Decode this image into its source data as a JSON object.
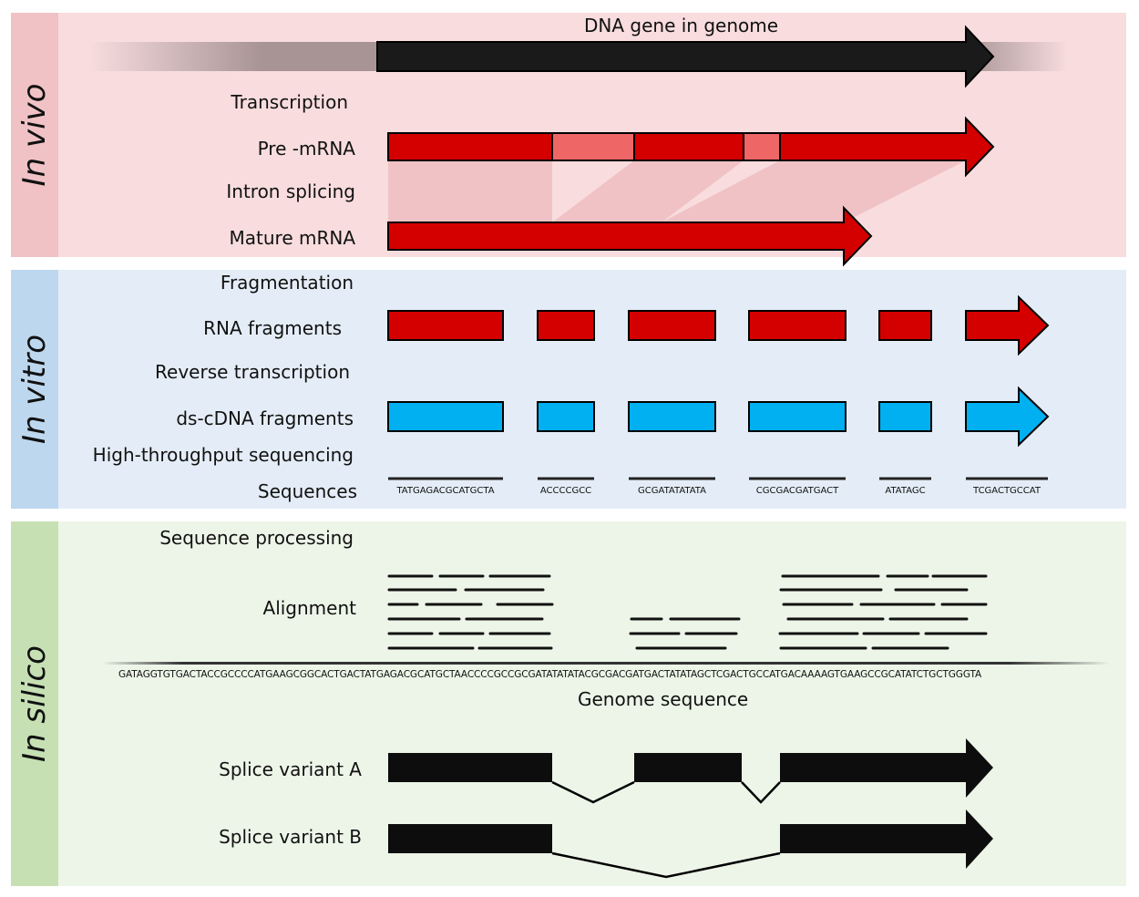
{
  "panels": {
    "in_vivo": {
      "label": "In vivo",
      "color": "#f8dcde",
      "side_color": "#f0c2c5"
    },
    "in_vitro": {
      "label": "In vitro",
      "color": "#e4edf7",
      "side_color": "#bdd7ee"
    },
    "in_silico": {
      "label": "In silico",
      "color": "#edf5e8",
      "side_color": "#c6e0b4"
    }
  },
  "in_vivo": {
    "dna_label": "DNA gene in genome",
    "transcription": "Transcription",
    "pre_mrna": "Pre -mRNA",
    "intron_splicing": "Intron splicing",
    "mature_mrna": "Mature mRNA"
  },
  "in_vitro": {
    "fragmentation": "Fragmentation",
    "rna_fragments": "RNA fragments",
    "reverse_transcription": "Reverse transcription",
    "cdna_fragments": "ds-cDNA fragments",
    "sequencing": "High-throughput sequencing",
    "sequences_label": "Sequences",
    "sequences": [
      "TATGAGACGCATGCTA",
      "ACCCCGCC",
      "GCGATATATATA",
      "CGCGACGATGACT",
      "ATATAGC",
      "TCGACTGCCAT"
    ]
  },
  "in_silico": {
    "processing": "Sequence processing",
    "alignment": "Alignment",
    "genome_sequence": "GATAGGTGTGACTACCGCCCCATGAAGCGGCACTGACTATGAGACGCATGCTAACCCCGCCGCGATATATATACGCGACGATGACTATATAGCTCGACTGCCATGACAAAAGTGAAGCCGCATATCTGCTGGGTA",
    "genome_label": "Genome sequence",
    "variant_a": "Splice variant A",
    "variant_b": "Splice variant B"
  },
  "colors": {
    "exon": "#d40000",
    "intron": "#ee6666",
    "cdna": "#00b0f0",
    "gene": "#1a1a1a"
  }
}
